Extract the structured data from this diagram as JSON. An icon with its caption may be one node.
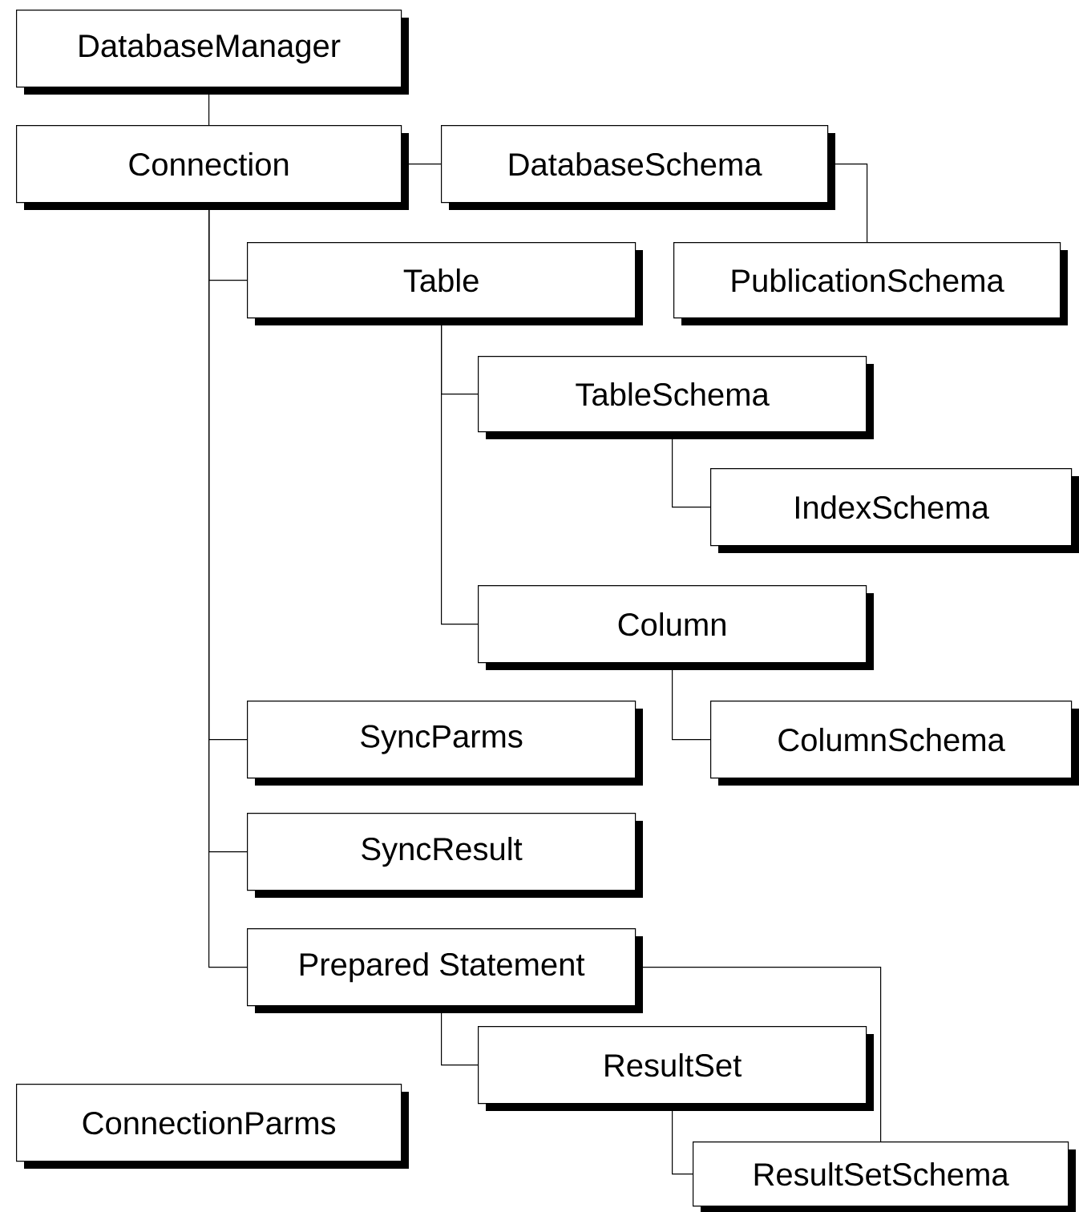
{
  "diagram": {
    "nodes": [
      {
        "text": [
          "DatabaseManager"
        ]
      },
      {
        "text": [
          "Connection"
        ]
      },
      {
        "text": [
          "DatabaseSchema"
        ]
      },
      {
        "text": [
          "Table"
        ]
      },
      {
        "text": [
          "PublicationSchema"
        ]
      },
      {
        "text": [
          "TableSchema"
        ]
      },
      {
        "text": [
          "IndexSchema"
        ]
      },
      {
        "text": [
          "Column"
        ]
      },
      {
        "text": [
          "SyncParms"
        ]
      },
      {
        "text": [
          "ColumnSchema"
        ]
      },
      {
        "text": [
          "SyncResult"
        ]
      },
      {
        "text": [
          "Prepared Statement"
        ]
      },
      {
        "text": [
          "ResultSet"
        ]
      },
      {
        "text": [
          "ConnectionParms"
        ]
      },
      {
        "text": [
          "ResultSetSchema"
        ]
      }
    ],
    "edges": [
      {
        "from": 0,
        "to": 1,
        "arrow": "none"
      },
      {
        "from": 1,
        "to": 2,
        "arrow": "none"
      },
      {
        "from": 2,
        "to": 4,
        "arrow": "none"
      },
      {
        "from": 1,
        "to": 3,
        "arrow": "none"
      },
      {
        "from": 1,
        "to": 8,
        "arrow": "none"
      },
      {
        "from": 1,
        "to": 10,
        "arrow": "none"
      },
      {
        "from": 1,
        "to": 11,
        "arrow": "none"
      },
      {
        "from": 3,
        "to": 5,
        "arrow": "none"
      },
      {
        "from": 3,
        "to": 7,
        "arrow": "none"
      },
      {
        "from": 5,
        "to": 6,
        "arrow": "none"
      },
      {
        "from": 7,
        "to": 9,
        "arrow": "none"
      },
      {
        "from": 11,
        "to": 14,
        "arrow": "none"
      },
      {
        "from": 11,
        "to": 12,
        "arrow": "none"
      },
      {
        "from": 12,
        "to": 14,
        "arrow": "none"
      }
    ]
  }
}
